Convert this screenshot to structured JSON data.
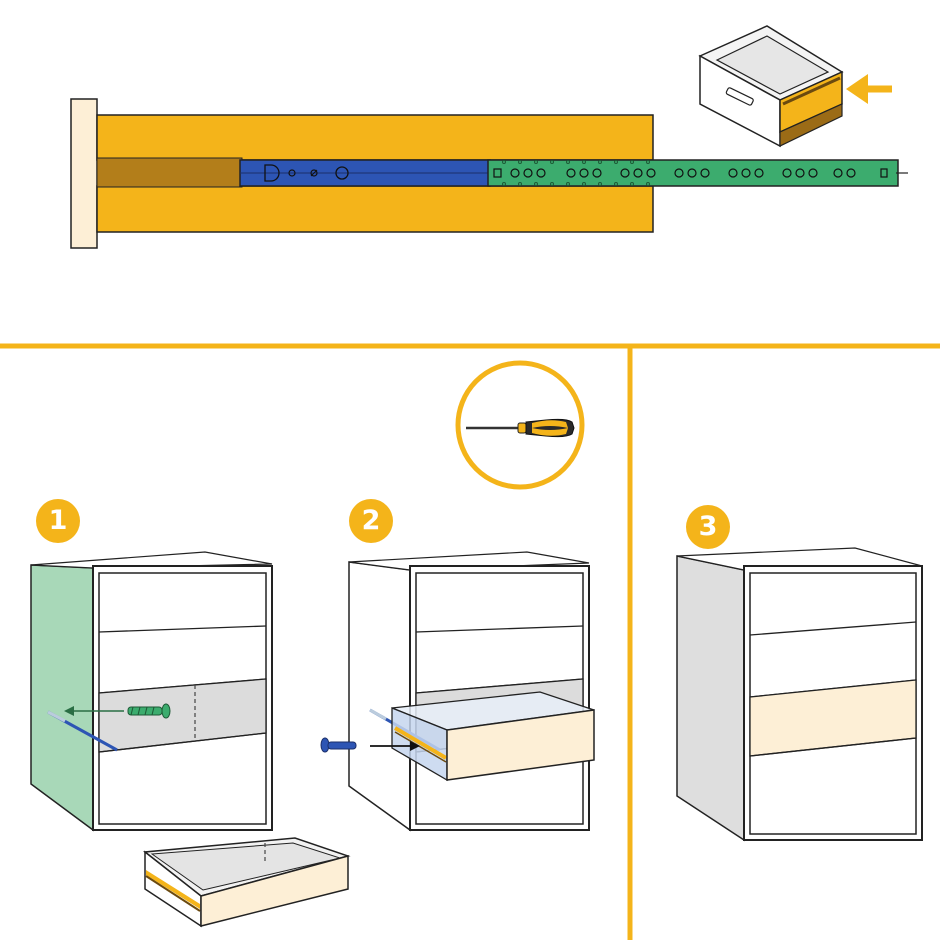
{
  "steps": [
    {
      "number": "1"
    },
    {
      "number": "2"
    },
    {
      "number": "3"
    }
  ],
  "colors": {
    "accent_yellow": "#f4b41a",
    "slide_inner_blue": "#2d55b4",
    "slide_outer_green": "#3cac6e",
    "side_panel_green": "#a8d8b8",
    "drawer_front_cream": "#fdefd6",
    "highlight_grey": "#dcdcdc",
    "outline": "#222222"
  },
  "icons": {
    "tool": "screwdriver-icon",
    "arrow": "arrow-left-icon",
    "fastener": "screw-icon"
  }
}
